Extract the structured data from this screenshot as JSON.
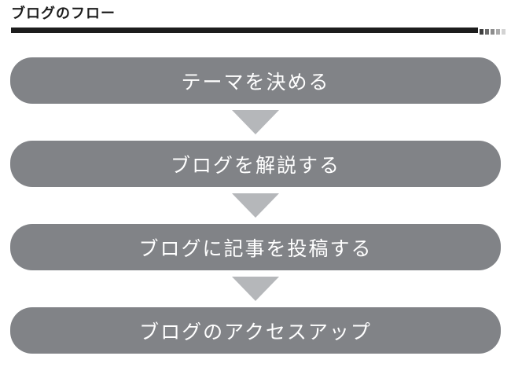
{
  "header": {
    "title": "ブログのフロー",
    "rule_fade_colors": [
      "#3f3f3f",
      "#6b6b6b",
      "#8d8d8d",
      "#ababab",
      "#d3d3d3"
    ]
  },
  "flow": {
    "steps": [
      {
        "label": "テーマを決める"
      },
      {
        "label": "ブログを解説する"
      },
      {
        "label": "ブログに記事を投稿する"
      },
      {
        "label": "ブログのアクセスアップ"
      }
    ],
    "connector_icon": "down-arrow"
  },
  "colors": {
    "title_text": "#1d1d1d",
    "rule": "#1d1d1d",
    "step_bar": "#818387",
    "step_text": "#ffffff",
    "arrow": "#b5b7ba"
  }
}
